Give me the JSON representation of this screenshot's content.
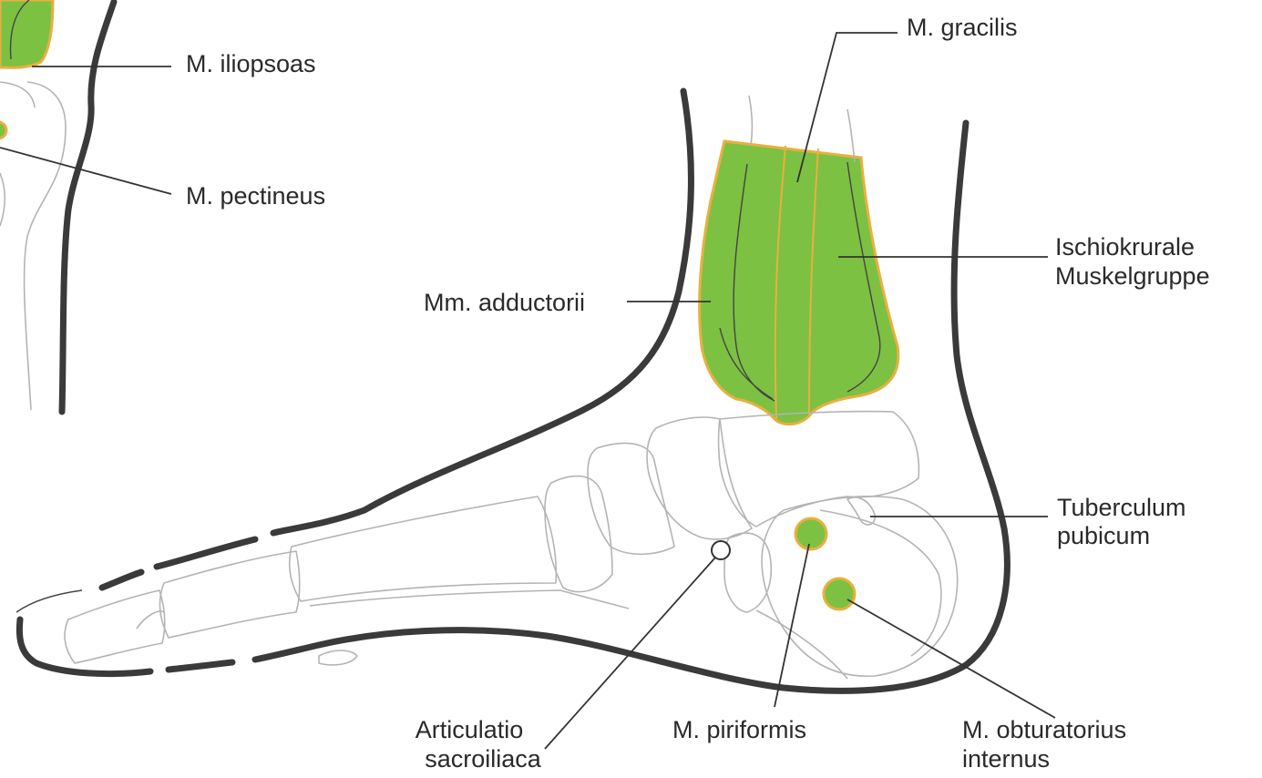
{
  "colors": {
    "muscle_fill": "#7cc142",
    "muscle_edge": "#e8b040",
    "outline": "#3a3a3a",
    "bone_line": "#b4b4b4",
    "text": "#2a2a2a"
  },
  "labels": {
    "gracilis": "M. gracilis",
    "iliopsoas": "M. iliopsoas",
    "pectineus": "M. pectineus",
    "ischio_line1": "Ischiokrurale",
    "ischio_line2": "Muskelgruppe",
    "adductorii": "Mm. adductorii",
    "tuberculum_line1": "Tuberculum",
    "tuberculum_line2": "pubicum",
    "articulatio_line1": "Articulatio",
    "articulatio_line2": "sacroiliaca",
    "piriformis": "M. piriformis",
    "obturatorius_line1": "M. obturatorius",
    "obturatorius_line2": "internus"
  }
}
